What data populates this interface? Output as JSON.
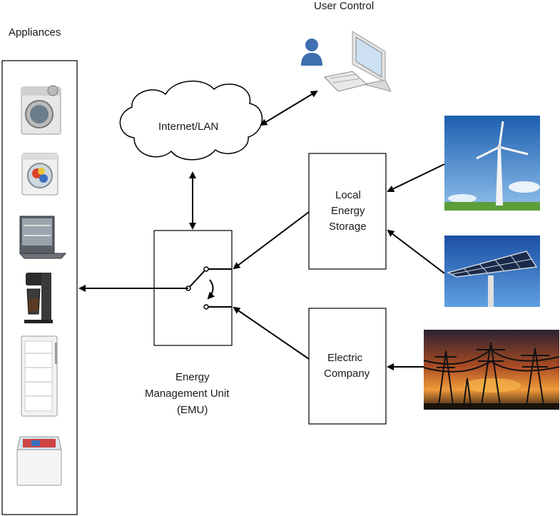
{
  "labels": {
    "appliances": "Appliances",
    "user_control": "User Control",
    "internet": "Internet/LAN",
    "storage": [
      "Local",
      "Energy",
      "Storage"
    ],
    "electric": [
      "Electric",
      "Company"
    ],
    "emu": [
      "Energy",
      "Management Unit",
      "(EMU)"
    ]
  },
  "appliances": [
    {
      "name": "washing-machine-icon"
    },
    {
      "name": "dryer-icon"
    },
    {
      "name": "dishwasher-icon"
    },
    {
      "name": "coffee-maker-icon"
    },
    {
      "name": "refrigerator-icon"
    },
    {
      "name": "chest-freezer-icon"
    }
  ],
  "icons": [
    "user-icon",
    "computer-icon",
    "wind-turbine-icon",
    "solar-panel-icon",
    "power-lines-icon"
  ],
  "colors": {
    "sky": "#3a78c2",
    "sunset": "#e07a2a",
    "grass": "#5c9e3a"
  }
}
